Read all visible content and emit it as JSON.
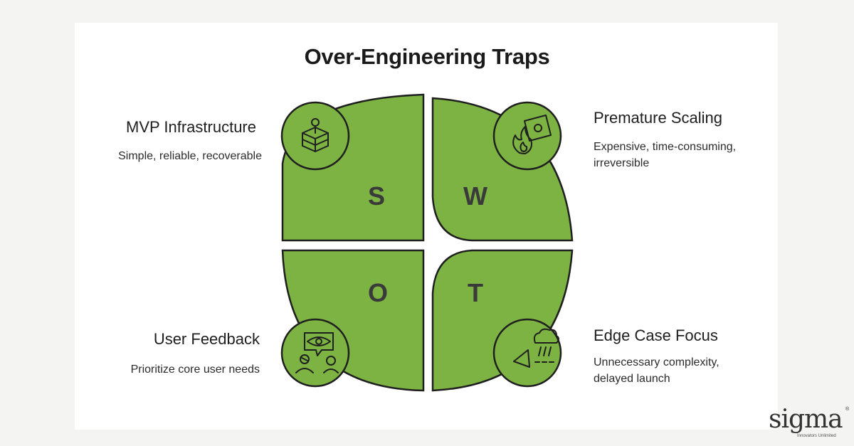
{
  "title": "Over-Engineering Traps",
  "colors": {
    "leaf_fill": "#7cb342",
    "outline": "#1f1f1f",
    "background": "#f4f4f2",
    "panel": "#ffffff"
  },
  "quadrants": [
    {
      "letter": "S",
      "heading": "MVP Infrastructure",
      "description": [
        "Simple, reliable, recoverable"
      ],
      "icon": "layered-cube-icon"
    },
    {
      "letter": "W",
      "heading": "Premature Scaling",
      "description": [
        "Expensive, time-consuming,",
        "irreversible"
      ],
      "icon": "money-fire-icon"
    },
    {
      "letter": "O",
      "heading": "User Feedback",
      "description": [
        "Prioritize core user needs"
      ],
      "icon": "eye-feedback-users-icon"
    },
    {
      "letter": "T",
      "heading": "Edge Case Focus",
      "description": [
        "Unnecessary complexity,",
        "delayed launch"
      ],
      "icon": "rain-cloud-telescope-icon"
    }
  ],
  "logo": {
    "word": "sigma",
    "tagline": "Innovators Unlimited",
    "mark": "®"
  }
}
